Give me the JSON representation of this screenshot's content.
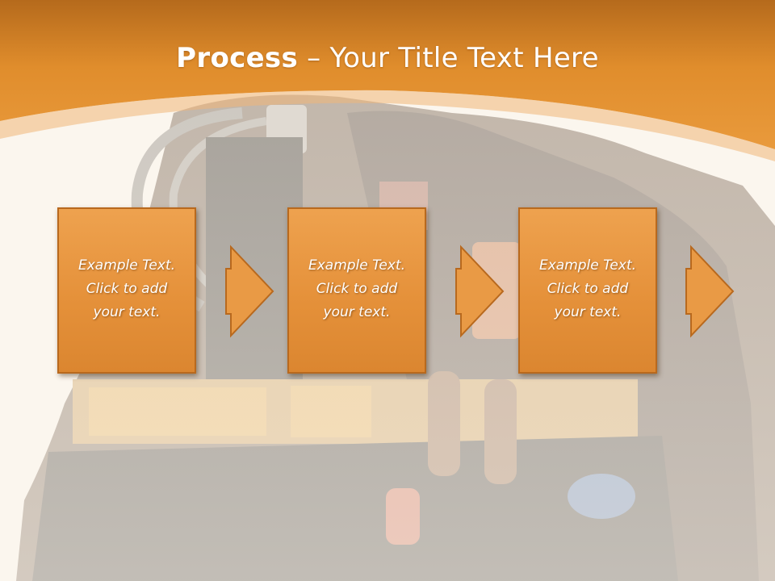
{
  "slide": {
    "title_bold": "Process",
    "title_rest": " – Your Title Text Here"
  },
  "steps": [
    {
      "line1": "Example Text.",
      "line2": "Click  to add",
      "line3": "your text."
    },
    {
      "line1": "Example Text.",
      "line2": "Click  to add",
      "line3": "your text."
    },
    {
      "line1": "Example Text.",
      "line2": "Click  to add",
      "line3": "your text."
    }
  ],
  "colors": {
    "header_orange": "#e2902f",
    "box_orange": "#e99a45",
    "box_border": "#b8691e",
    "background": "#fbf6ee"
  }
}
